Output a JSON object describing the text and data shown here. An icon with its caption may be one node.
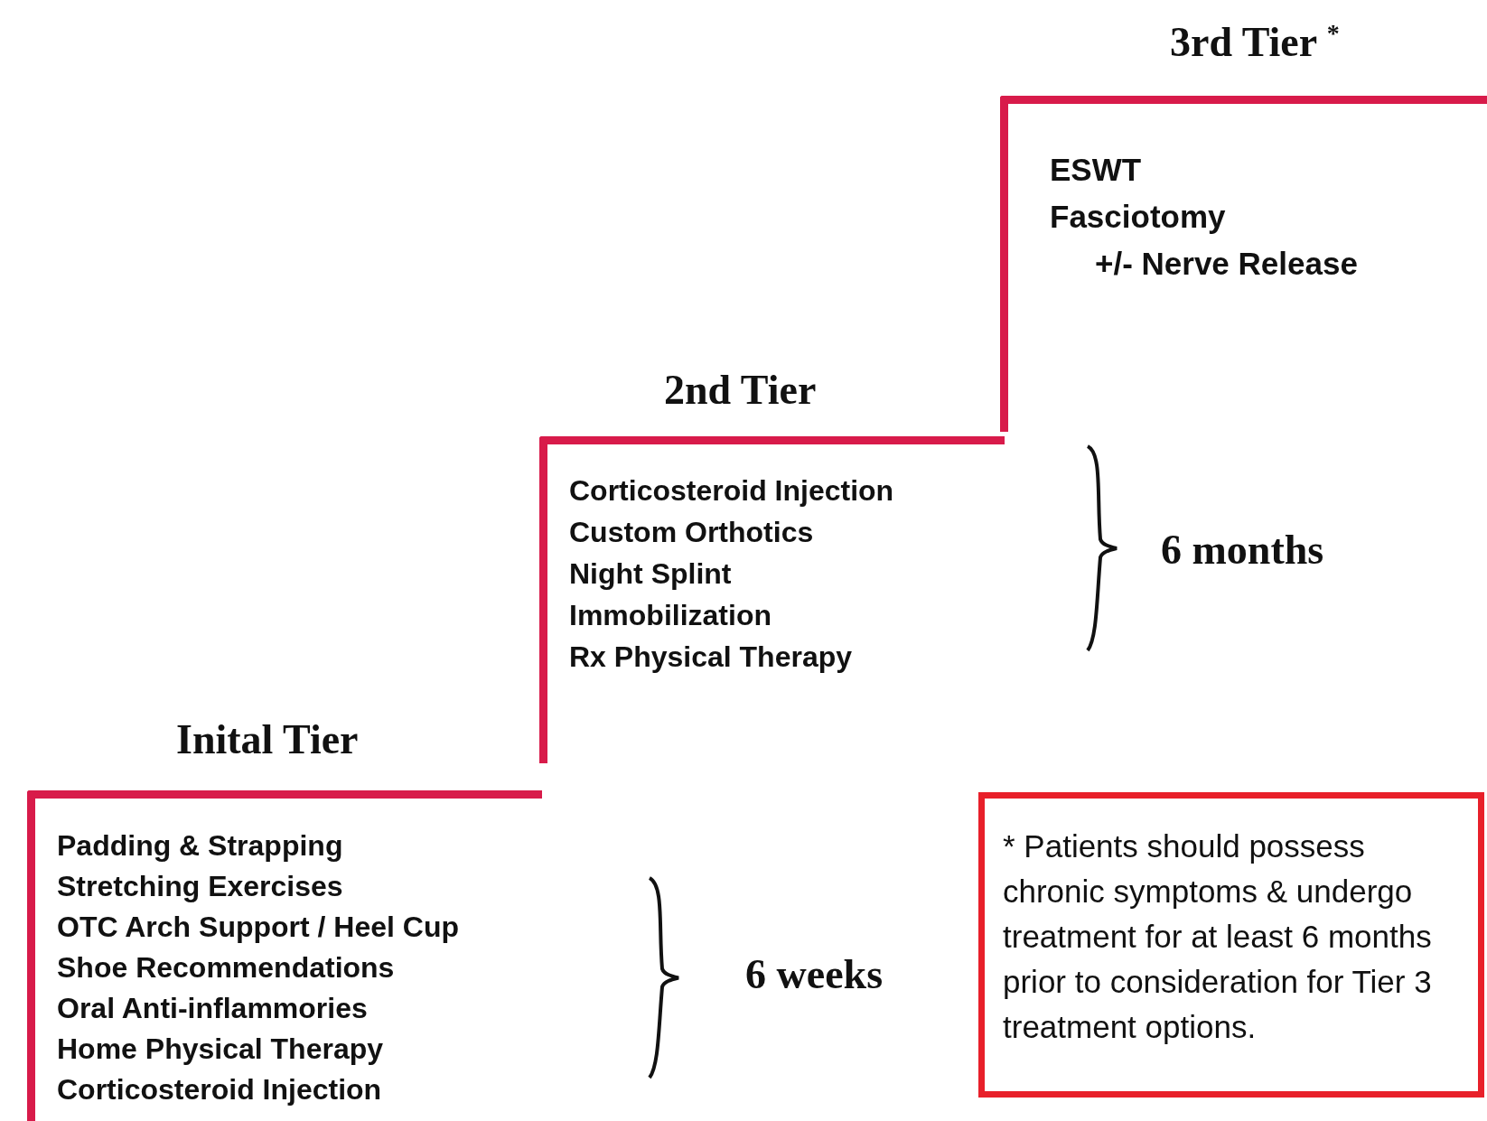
{
  "diagram": {
    "nodes": [
      {
        "text": [
          "Inital Tier",
          "Padding & Strapping",
          "Stretching Exercises",
          "OTC Arch Support / Heel Cup",
          "Shoe Recommendations",
          "Oral Anti-inflammories",
          "Home Physical Therapy",
          "Corticosteroid Injection"
        ]
      },
      {
        "text": [
          "2nd Tier",
          "Corticosteroid Injection",
          "Custom Orthotics",
          "Night Splint",
          "Immobilization",
          "Rx Physical Therapy"
        ],
        "beside": [
          "6 months"
        ]
      },
      {
        "text": [
          "3rd Tier $^{*}$",
          "ESWT",
          "Fasciotomy",
          "+/- Nerve Release"
        ]
      },
      {
        "text": [
          "* Patients should possess chronic symptoms & undergo treatment for at least 6 months prior to consideration for Tier 3 treatment options."
        ]
      }
    ],
    "edges": [],
    "labels": [
      "6 weeks"
    ]
  }
}
